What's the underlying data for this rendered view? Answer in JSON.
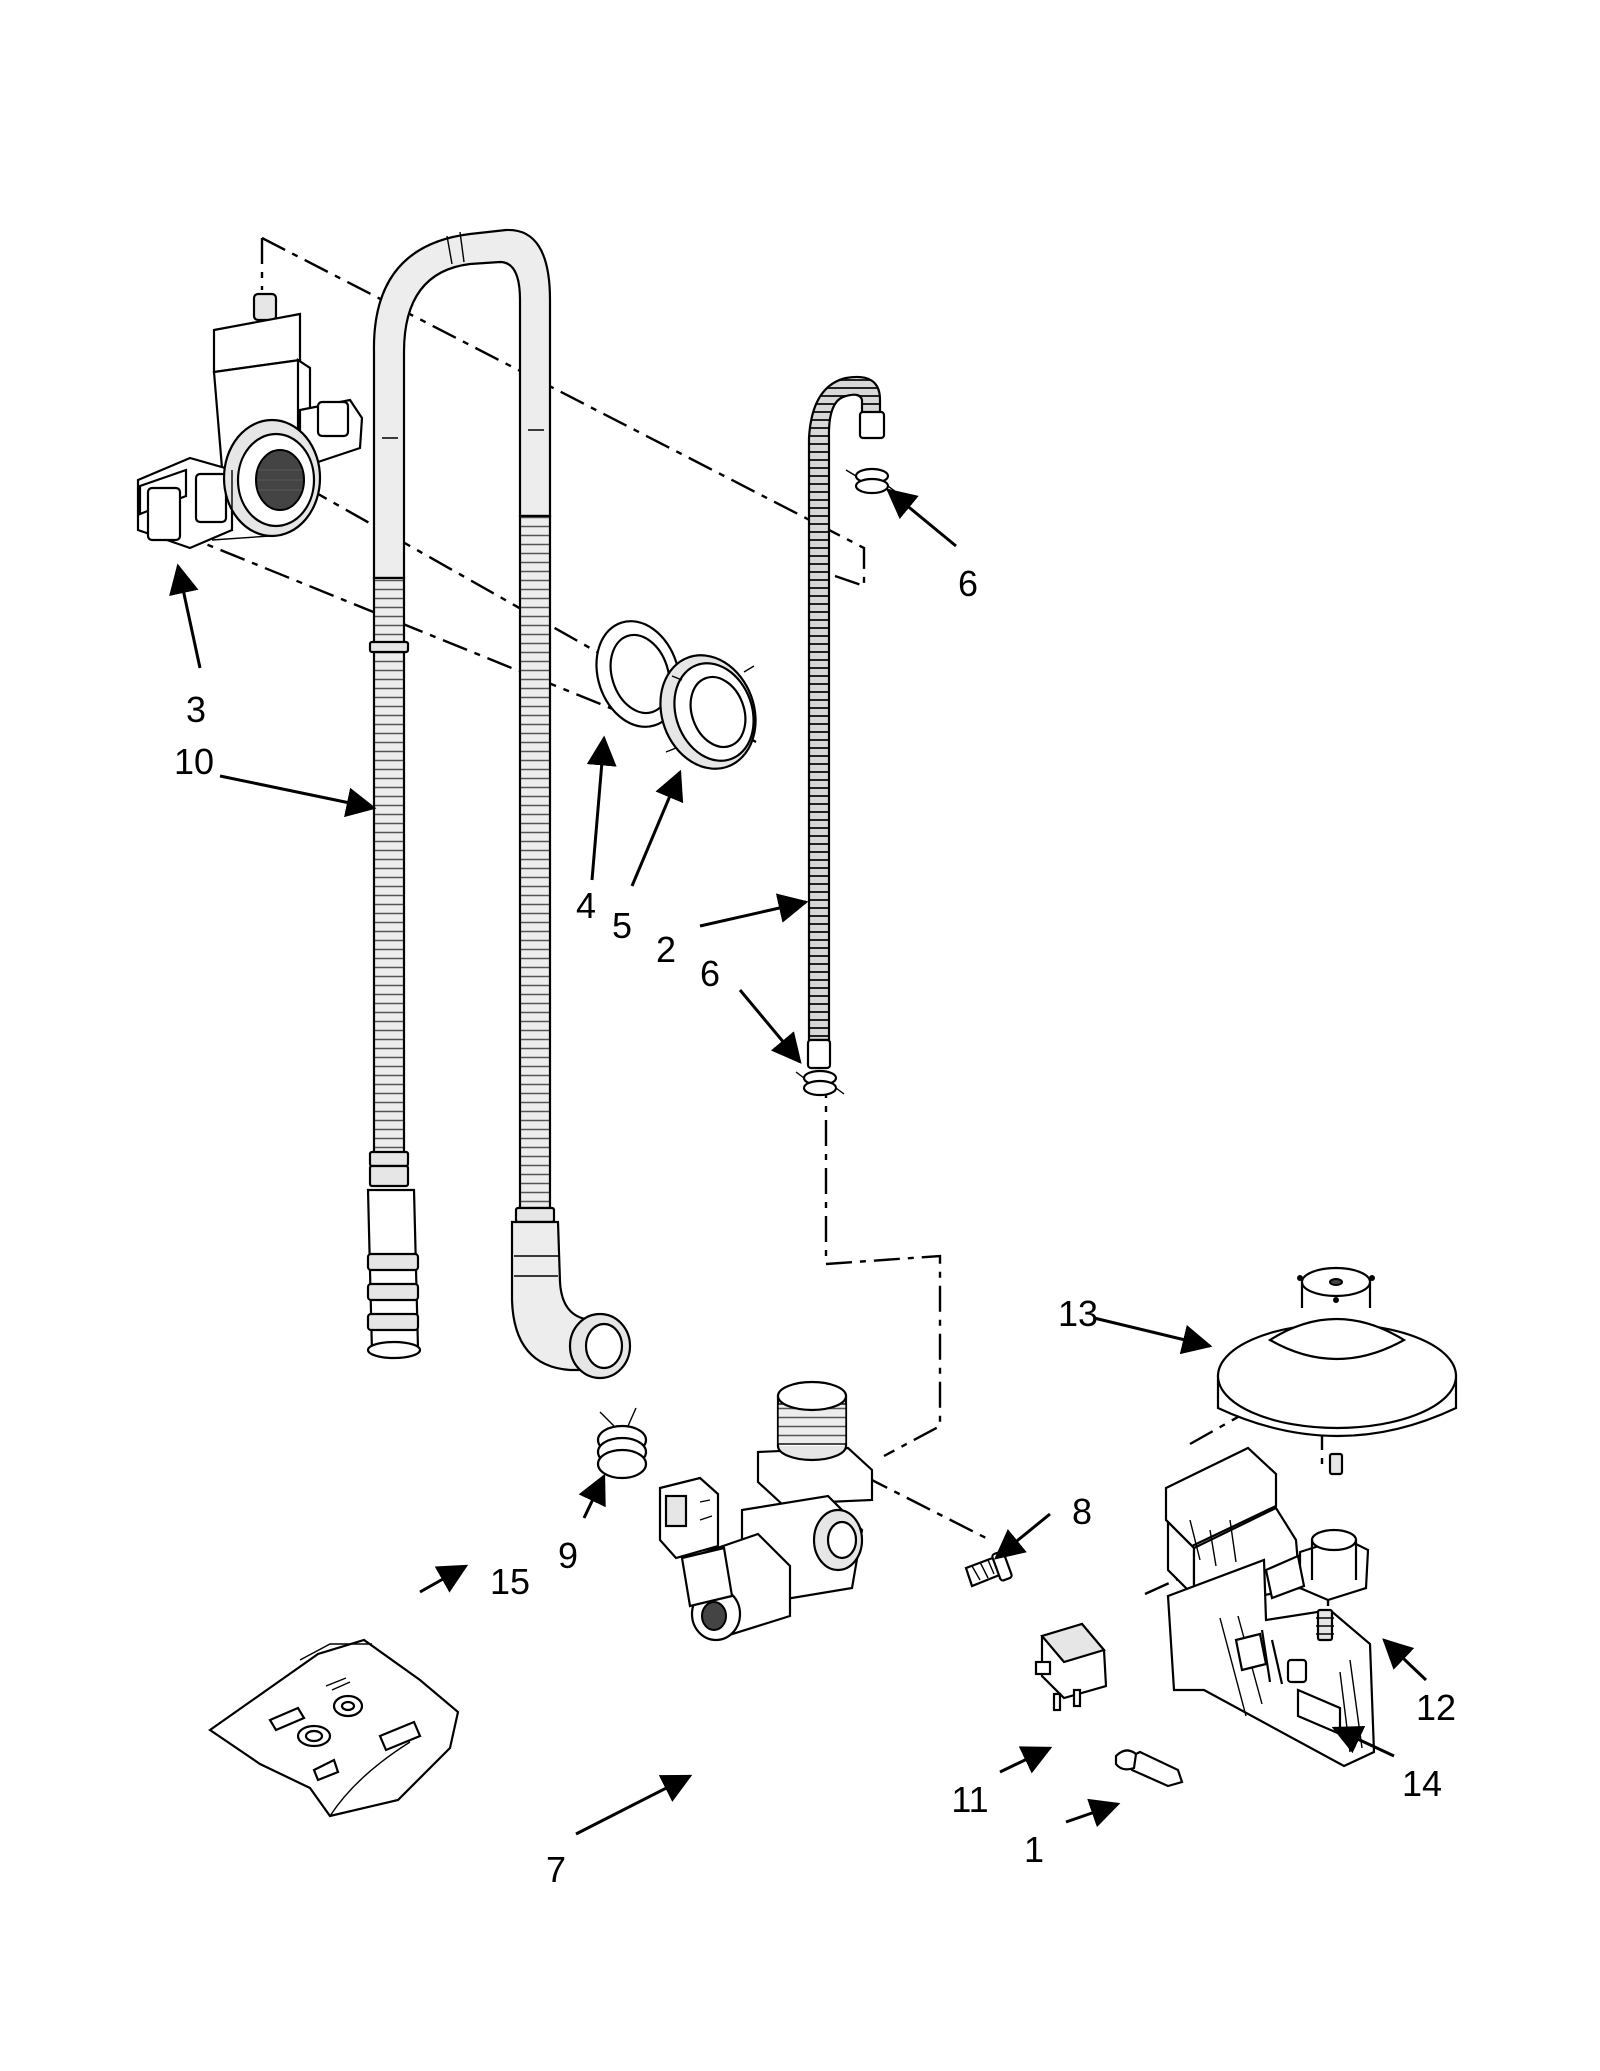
{
  "callouts": {
    "c1": "1",
    "c2": "2",
    "c3": "3",
    "c4": "4",
    "c5": "5",
    "c6a": "6",
    "c6b": "6",
    "c7": "7",
    "c8": "8",
    "c9": "9",
    "c10": "10",
    "c11": "11",
    "c12": "12",
    "c13": "13",
    "c14": "14",
    "c15": "15"
  }
}
